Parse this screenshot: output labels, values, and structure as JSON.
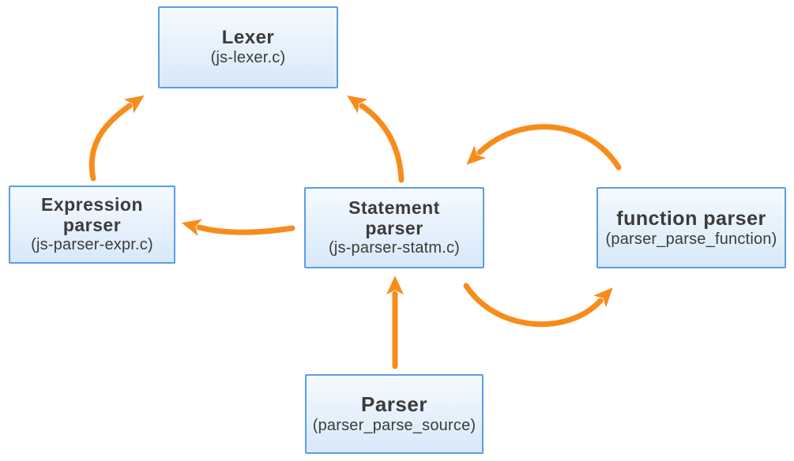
{
  "diagram": {
    "description": "Parser architecture diagram",
    "colors": {
      "arrow": "#F88C1A",
      "box_border": "#5B9DE8",
      "box_fill_top": "#F5FAFE",
      "box_fill_bottom": "#D8E8F9",
      "text": "#3B3B3B"
    },
    "nodes": [
      {
        "id": "lexer",
        "title": "Lexer",
        "subtitle": "(js-lexer.c)"
      },
      {
        "id": "expression-parser",
        "title": "Expression\nparser",
        "subtitle": "(js-parser-expr.c)"
      },
      {
        "id": "statement-parser",
        "title": "Statement\nparser",
        "subtitle": "(js-parser-statm.c)"
      },
      {
        "id": "function-parser",
        "title": "function parser",
        "subtitle": "(parser_parse_function)"
      },
      {
        "id": "parser",
        "title": "Parser",
        "subtitle": "(parser_parse_source)"
      }
    ],
    "edges": [
      {
        "from": "expression-parser",
        "to": "lexer"
      },
      {
        "from": "statement-parser",
        "to": "lexer"
      },
      {
        "from": "statement-parser",
        "to": "expression-parser"
      },
      {
        "from": "function-parser",
        "to": "statement-parser"
      },
      {
        "from": "statement-parser",
        "to": "function-parser"
      },
      {
        "from": "parser",
        "to": "statement-parser"
      }
    ]
  }
}
